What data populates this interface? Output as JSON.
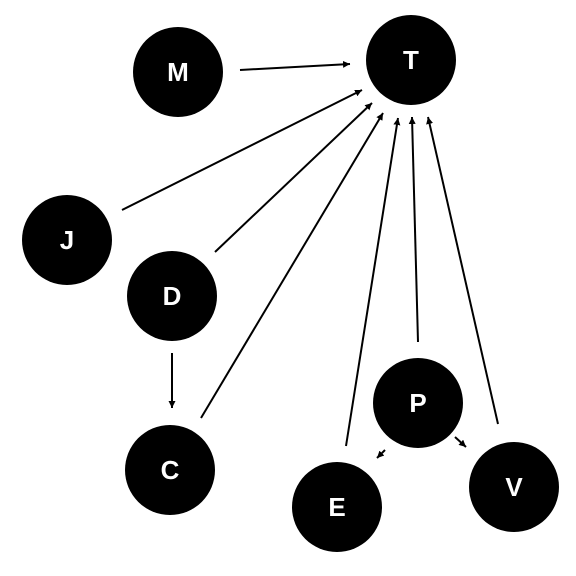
{
  "diagram": {
    "type": "directed-graph",
    "colors": {
      "node_fill": "#000000",
      "node_text": "#ffffff",
      "edge": "#000000",
      "background": "#ffffff"
    },
    "nodes": [
      {
        "id": "M",
        "label": "M"
      },
      {
        "id": "T",
        "label": "T"
      },
      {
        "id": "J",
        "label": "J"
      },
      {
        "id": "D",
        "label": "D"
      },
      {
        "id": "C",
        "label": "C"
      },
      {
        "id": "P",
        "label": "P"
      },
      {
        "id": "E",
        "label": "E"
      },
      {
        "id": "V",
        "label": "V"
      }
    ],
    "edges": [
      {
        "from": "M",
        "to": "T"
      },
      {
        "from": "J",
        "to": "T"
      },
      {
        "from": "D",
        "to": "T"
      },
      {
        "from": "C",
        "to": "T"
      },
      {
        "from": "E",
        "to": "T"
      },
      {
        "from": "P",
        "to": "T"
      },
      {
        "from": "V",
        "to": "T"
      },
      {
        "from": "D",
        "to": "C"
      },
      {
        "from": "P",
        "to": "E"
      },
      {
        "from": "P",
        "to": "V"
      }
    ]
  }
}
